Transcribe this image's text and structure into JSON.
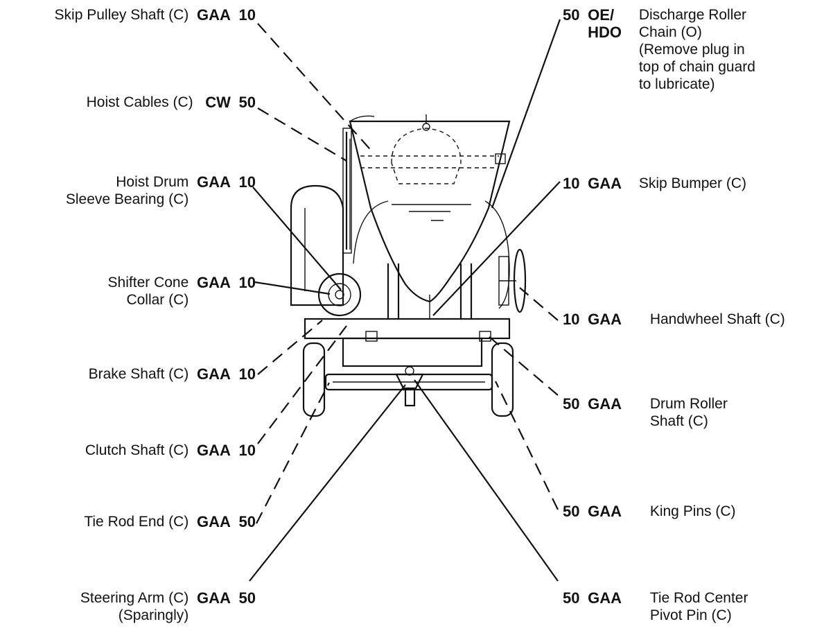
{
  "labels": [
    {
      "id": "skip-pulley-shaft",
      "side": "left",
      "desc": "Skip Pulley Shaft (C)",
      "code": "GAA",
      "interval": "10"
    },
    {
      "id": "hoist-cables",
      "side": "left",
      "desc": "Hoist Cables (C)",
      "code": "CW",
      "interval": "50"
    },
    {
      "id": "hoist-drum-sleeve-bearing",
      "side": "left",
      "desc": "Hoist Drum\nSleeve Bearing (C)",
      "code": "GAA",
      "interval": "10"
    },
    {
      "id": "shifter-cone-collar",
      "side": "left",
      "desc": "Shifter Cone\nCollar (C)",
      "code": "GAA",
      "interval": "10"
    },
    {
      "id": "brake-shaft",
      "side": "left",
      "desc": "Brake Shaft (C)",
      "code": "GAA",
      "interval": "10"
    },
    {
      "id": "clutch-shaft",
      "side": "left",
      "desc": "Clutch Shaft (C)",
      "code": "GAA",
      "interval": "10"
    },
    {
      "id": "tie-rod-end",
      "side": "left",
      "desc": "Tie Rod End (C)",
      "code": "GAA",
      "interval": "50"
    },
    {
      "id": "steering-arm",
      "side": "left",
      "desc": "Steering Arm (C)\n(Sparingly)",
      "code": "GAA",
      "interval": "50"
    },
    {
      "id": "discharge-roller-chain",
      "side": "right",
      "desc": "Discharge Roller\nChain (O)\n(Remove plug in\ntop of chain guard\nto lubricate)",
      "code": "OE/\nHDO",
      "interval": "50"
    },
    {
      "id": "skip-bumper",
      "side": "right",
      "desc": "Skip Bumper (C)",
      "code": "GAA",
      "interval": "10"
    },
    {
      "id": "handwheel-shaft",
      "side": "right",
      "desc": "Handwheel Shaft (C)",
      "code": "GAA",
      "interval": "10"
    },
    {
      "id": "drum-roller-shaft",
      "side": "right",
      "desc": "Drum Roller\nShaft (C)",
      "code": "GAA",
      "interval": "50"
    },
    {
      "id": "king-pins",
      "side": "right",
      "desc": "King Pins (C)",
      "code": "GAA",
      "interval": "50"
    },
    {
      "id": "tie-rod-center-pivot-pin",
      "side": "right",
      "desc": "Tie Rod Center\nPivot Pin (C)",
      "code": "GAA",
      "interval": "50"
    }
  ]
}
